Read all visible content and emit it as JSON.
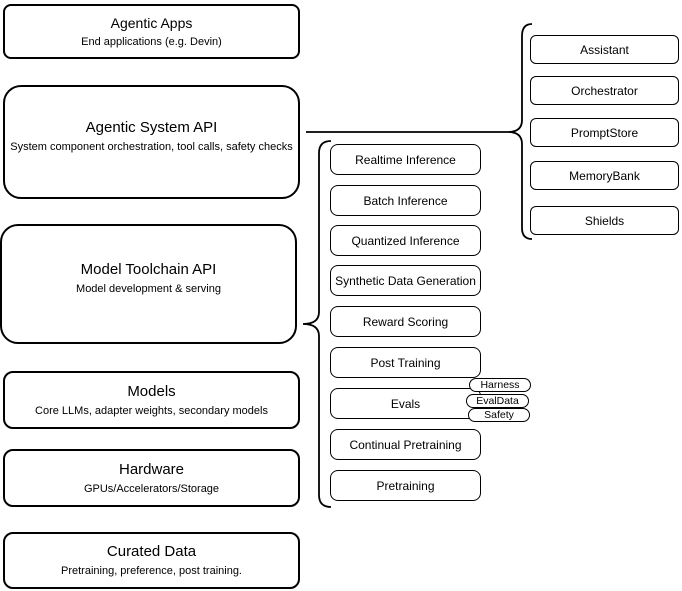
{
  "diagram": {
    "title_hint": "Agentic stack architecture",
    "colors": {
      "stroke": "#000000",
      "fill": "#ffffff",
      "text": "#000000"
    },
    "left_column": [
      {
        "title": "Agentic Apps",
        "subtitle": "End applications (e.g. Devin)"
      },
      {
        "title": "Agentic System API",
        "subtitle": "System component orchestration, tool calls, safety checks"
      },
      {
        "title": "Model Toolchain API",
        "subtitle": "Model development & serving"
      },
      {
        "title": "Models",
        "subtitle": "Core LLMs, adapter weights, secondary models"
      },
      {
        "title": "Hardware",
        "subtitle": "GPUs/Accelerators/Storage"
      },
      {
        "title": "Curated Data",
        "subtitle": "Pretraining, preference, post training."
      }
    ],
    "toolchain_components": [
      "Realtime Inference",
      "Batch Inference",
      "Quantized Inference",
      "Synthetic Data Generation",
      "Reward Scoring",
      "Post Training",
      "Evals",
      "Continual Pretraining",
      "Pretraining"
    ],
    "eval_tags": [
      "Harness",
      "EvalData",
      "Safety"
    ],
    "system_components": [
      "Assistant",
      "Orchestrator",
      "PromptStore",
      "MemoryBank",
      "Shields"
    ]
  }
}
